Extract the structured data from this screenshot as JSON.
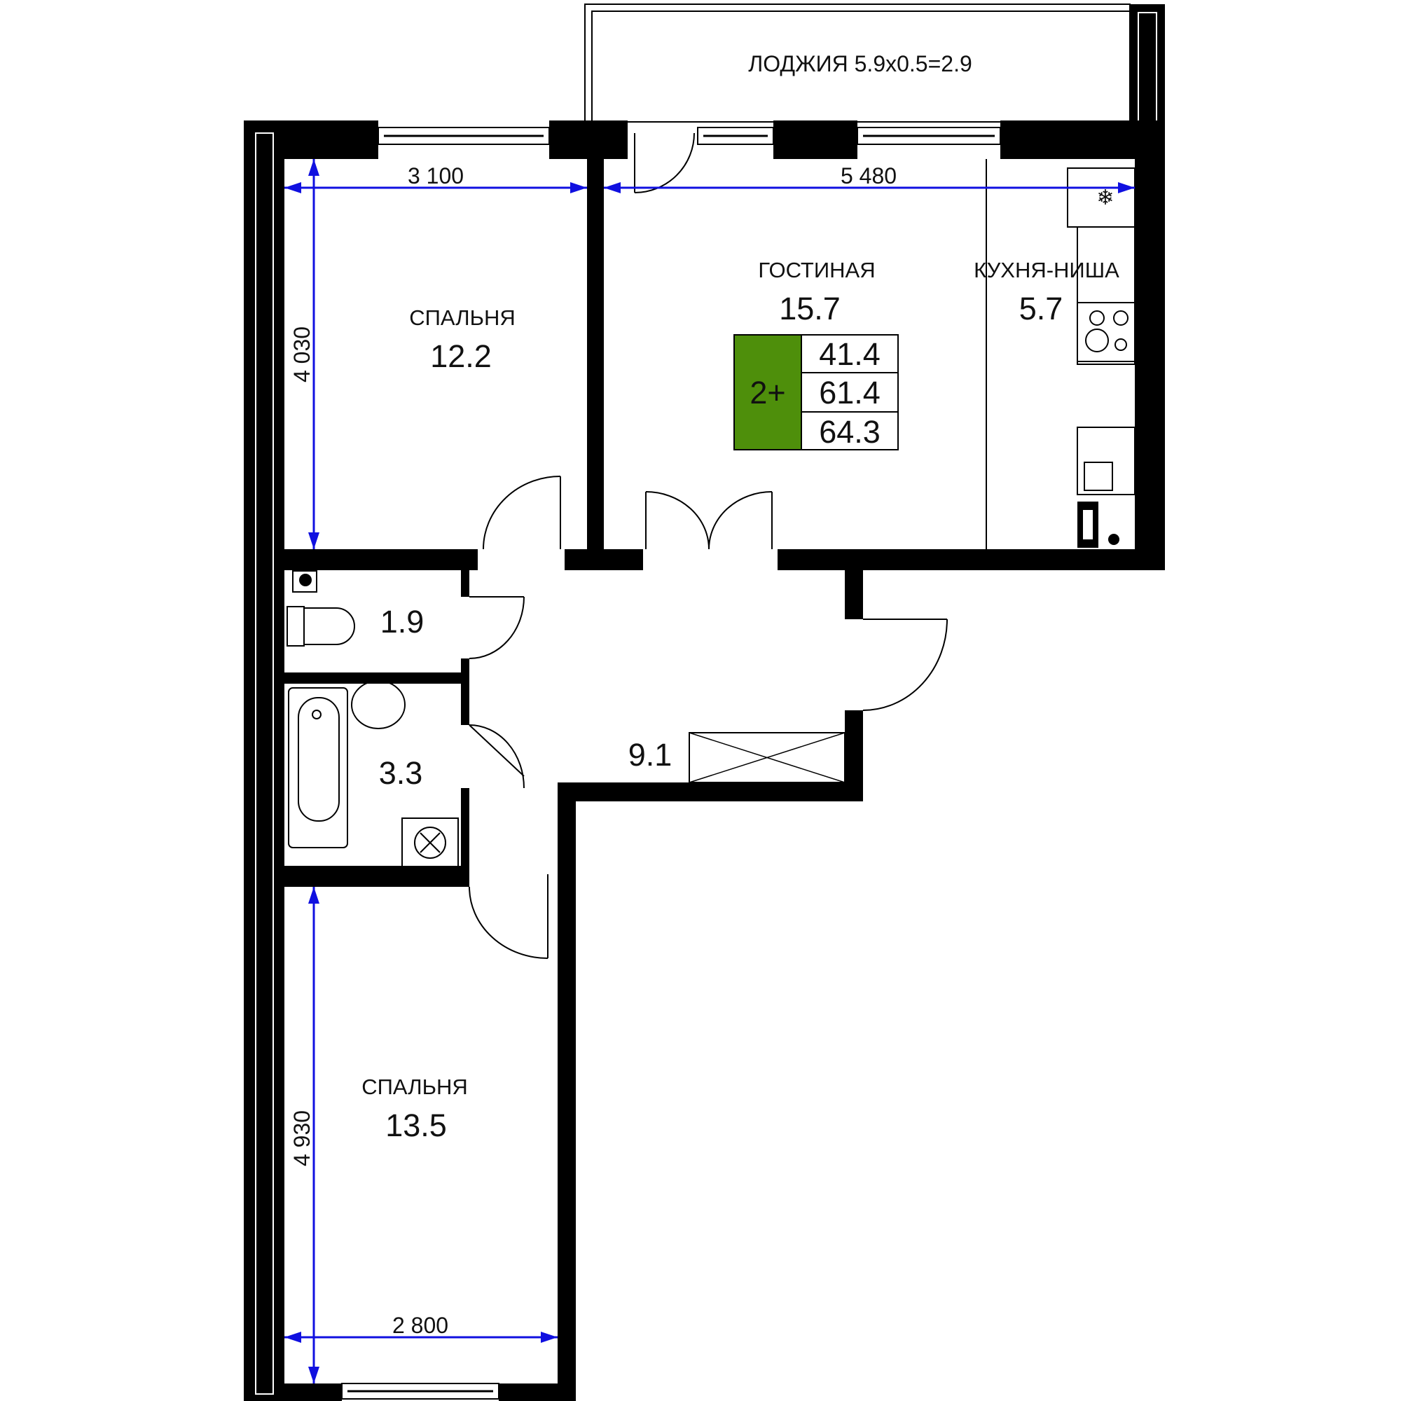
{
  "loggia": {
    "label": "ЛОДЖИЯ 5.9х0.5=2.9"
  },
  "rooms": {
    "bedroom_top": {
      "name": "СПАЛЬНЯ",
      "area": "12.2"
    },
    "living": {
      "name": "ГОСТИНАЯ",
      "area": "15.7"
    },
    "kitchen": {
      "name": "КУХНЯ-НИША",
      "area": "5.7"
    },
    "toilet": {
      "area": "1.9"
    },
    "bathroom": {
      "area": "3.3"
    },
    "hall": {
      "area": "9.1"
    },
    "bedroom_bottom": {
      "name": "СПАЛЬНЯ",
      "area": "13.5"
    }
  },
  "dimensions": {
    "bedroom_top_width": "3 100",
    "living_width": "5 480",
    "bedroom_top_height": "4 030",
    "bedroom_bottom_height": "4 930",
    "bedroom_bottom_width": "2 800"
  },
  "summary": {
    "rooms_label": "2+",
    "living_area": "41.4",
    "total_area": "61.4",
    "total_with_loggia": "64.3"
  },
  "colors": {
    "wall": "#000000",
    "dimension_line": "#1010e0",
    "badge": "#4e8f0b"
  }
}
